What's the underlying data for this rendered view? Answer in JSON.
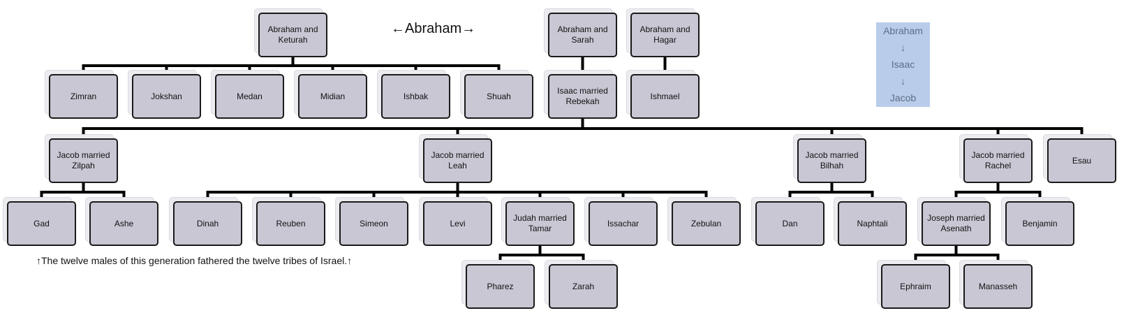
{
  "caption": "←Abraham→",
  "lineage": [
    "Abraham",
    "↓",
    "Isaac",
    "↓",
    "Jacob"
  ],
  "note": "↑The twelve males of this generation fathered the twelve tribes of Israel.↑",
  "nodes": {
    "abraham_keturah": "Abraham and Keturah",
    "abraham_sarah": "Abraham and Sarah",
    "abraham_hagar": "Abraham and Hagar",
    "zimran": "Zimran",
    "jokshan": "Jokshan",
    "medan": "Medan",
    "midian": "Midian",
    "ishbak": "Ishbak",
    "shuah": "Shuah",
    "isaac_rebekah": "Isaac married Rebekah",
    "ishmael": "Ishmael",
    "jacob_zilpah": "Jacob married Zilpah",
    "jacob_leah": "Jacob married Leah",
    "jacob_bilhah": "Jacob married Bilhah",
    "jacob_rachel": "Jacob married Rachel",
    "esau": "Esau",
    "gad": "Gad",
    "ashe": "Ashe",
    "dinah": "Dinah",
    "reuben": "Reuben",
    "simeon": "Simeon",
    "levi": "Levi",
    "judah_tamar": "Judah married Tamar",
    "issachar": "Issachar",
    "zebulan": "Zebulan",
    "dan": "Dan",
    "naphtali": "Naphtali",
    "joseph_asenath": "Joseph married Asenath",
    "benjamin": "Benjamin",
    "pharez": "Pharez",
    "zarah": "Zarah",
    "ephraim": "Ephraim",
    "manasseh": "Manasseh"
  },
  "links": [
    [
      "abraham_keturah",
      [
        "zimran",
        "jokshan",
        "medan",
        "midian",
        "ishbak",
        "shuah"
      ]
    ],
    [
      "abraham_sarah",
      [
        "isaac_rebekah"
      ]
    ],
    [
      "abraham_hagar",
      [
        "ishmael"
      ]
    ],
    [
      "isaac_rebekah",
      [
        "jacob_zilpah",
        "jacob_leah",
        "jacob_bilhah",
        "jacob_rachel",
        "esau"
      ]
    ],
    [
      "jacob_zilpah",
      [
        "gad",
        "ashe"
      ]
    ],
    [
      "jacob_leah",
      [
        "dinah",
        "reuben",
        "simeon",
        "levi",
        "judah_tamar",
        "issachar",
        "zebulan"
      ]
    ],
    [
      "jacob_bilhah",
      [
        "dan",
        "naphtali"
      ]
    ],
    [
      "jacob_rachel",
      [
        "joseph_asenath",
        "benjamin"
      ]
    ],
    [
      "judah_tamar",
      [
        "pharez",
        "zarah"
      ]
    ],
    [
      "joseph_asenath",
      [
        "ephraim",
        "manasseh"
      ]
    ]
  ]
}
